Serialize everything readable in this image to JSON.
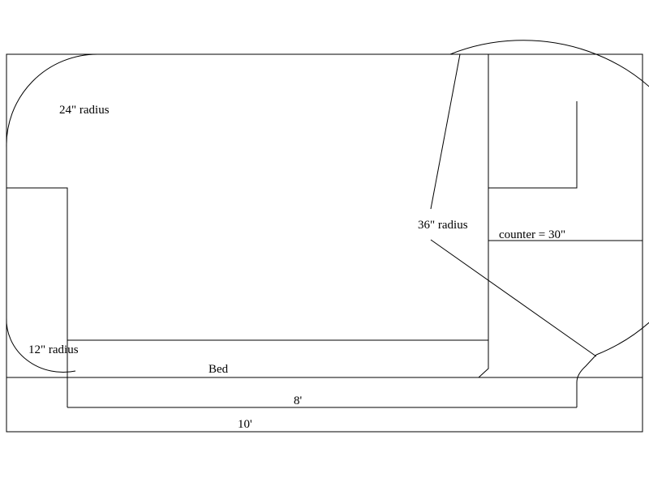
{
  "diagram": {
    "labels": {
      "radius_24": "24\" radius",
      "radius_36": "36\" radius",
      "counter": "counter = 30\"",
      "radius_12": "12\" radius",
      "bed": "Bed",
      "length_8": "8'",
      "length_10": "10'"
    },
    "colors": {
      "line": "#000000",
      "background": "#ffffff"
    }
  }
}
